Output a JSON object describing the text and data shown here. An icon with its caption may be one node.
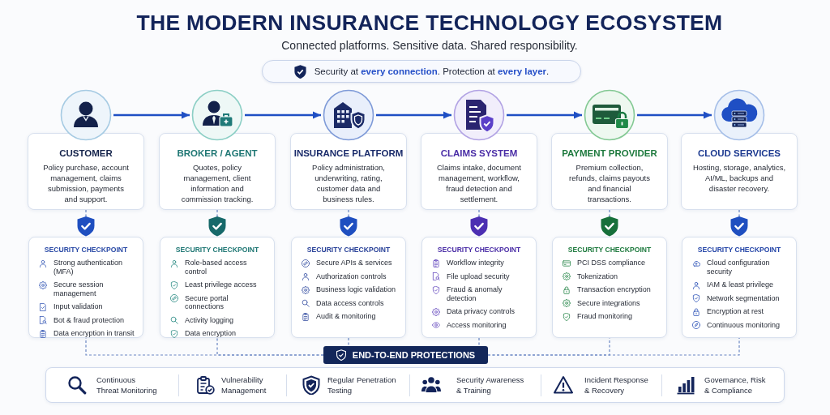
{
  "diagram": {
    "title": "THE MODERN INSURANCE TECHNOLOGY ECOSYSTEM",
    "nodes": [
      {
        "text": [
          "Security at **every connection**. Protection at **every layer**."
        ]
      },
      {
        "text": [],
        "shape": "circle"
      },
      {
        "text": [],
        "shape": "circle"
      },
      {
        "text": [],
        "shape": "circle"
      },
      {
        "text": [],
        "shape": "circle"
      },
      {
        "text": [],
        "shape": "circle"
      },
      {
        "text": [],
        "shape": "circle"
      },
      {
        "text": [
          "CUSTOMER",
          "Policy purchase, account management, claims submission, payments and support."
        ]
      },
      {
        "text": [
          "BROKER / AGENT",
          "Quotes, policy management, client information and commission tracking."
        ]
      },
      {
        "text": [
          "INSURANCE PLATFORM",
          "Policy administration, underwriting, rating, customer data and business rules."
        ]
      },
      {
        "text": [
          "CLAIMS SYSTEM",
          "Claims intake, document management, workflow, fraud detection and settlement."
        ]
      },
      {
        "text": [
          "PAYMENT PROVIDER",
          "Premium collection, refunds, claims payouts and financial transactions."
        ]
      },
      {
        "text": [
          "CLOUD SERVICES",
          "Hosting, storage, analytics, AI/ML, backups and disaster recovery."
        ]
      },
      {
        "text": [
          "SECURITY CHECKPOINT",
          "Strong authentication (MFA)",
          "Secure session management",
          "Input validation",
          "Bot & fraud protection",
          "Data encryption in transit"
        ]
      },
      {
        "text": [
          "SECURITY CHECKPOINT",
          "Role-based access control",
          "Least privilege access",
          "Secure portal connections",
          "Activity logging",
          "Data encryption"
        ]
      },
      {
        "text": [
          "SECURITY CHECKPOINT",
          "Secure APIs & services",
          "Authorization controls",
          "Business logic validation",
          "Data access controls",
          "Audit & monitoring"
        ]
      },
      {
        "text": [
          "SECURITY CHECKPOINT",
          "Workflow integrity",
          "File upload security",
          "Fraud & anomaly detection",
          "Data privacy controls",
          "Access monitoring"
        ]
      },
      {
        "text": [
          "SECURITY CHECKPOINT",
          "PCI DSS compliance",
          "Tokenization",
          "Transaction encryption",
          "Secure integrations",
          "Fraud monitoring"
        ]
      },
      {
        "text": [
          "SECURITY CHECKPOINT",
          "Cloud configuration security",
          "IAM & least privilege",
          "Network segmentation",
          "Encryption at rest",
          "Continuous monitoring"
        ]
      },
      {
        "text": [
          "END-TO-END PROTECTIONS"
        ]
      },
      {
        "text": [
          "Continuous Threat Monitoring",
          "Vulnerability Management",
          "Regular Penetration Testing",
          "Security Awareness & Training",
          "Incident Response & Recovery",
          "Governance, Risk & Compliance"
        ]
      }
    ],
    "edges": [
      {
        "from": 1,
        "to": 2,
        "arrow": "to",
        "color": "#1f4fc4"
      },
      {
        "from": 2,
        "to": 3,
        "arrow": "to",
        "color": "#1f4fc4"
      },
      {
        "from": 3,
        "to": 4,
        "arrow": "to",
        "color": "#1f4fc4"
      },
      {
        "from": 4,
        "to": 5,
        "arrow": "to",
        "color": "#1f4fc4"
      },
      {
        "from": 5,
        "to": 6,
        "arrow": "to",
        "color": "#1f4fc4"
      },
      {
        "from": 7,
        "to": 13,
        "arrow": "none",
        "style": "dashed"
      },
      {
        "from": 8,
        "to": 14,
        "arrow": "none",
        "style": "dashed"
      },
      {
        "from": 9,
        "to": 15,
        "arrow": "none",
        "style": "dashed"
      },
      {
        "from": 10,
        "to": 16,
        "arrow": "none",
        "style": "dashed"
      },
      {
        "from": 11,
        "to": 17,
        "arrow": "none",
        "style": "dashed"
      },
      {
        "from": 12,
        "to": 18,
        "arrow": "none",
        "style": "dashed"
      },
      {
        "from": 13,
        "to": 19,
        "arrow": "none",
        "style": "dashed"
      },
      {
        "from": 14,
        "to": 19,
        "arrow": "none",
        "style": "dashed"
      },
      {
        "from": 15,
        "to": 19,
        "arrow": "none",
        "style": "dashed"
      },
      {
        "from": 16,
        "to": 19,
        "arrow": "none",
        "style": "dashed"
      },
      {
        "from": 17,
        "to": 19,
        "arrow": "none",
        "style": "dashed"
      },
      {
        "from": 18,
        "to": 19,
        "arrow": "none",
        "style": "dashed"
      }
    ],
    "labels": [
      "Connected platforms. Sensitive data. Shared responsibility."
    ]
  }
}
